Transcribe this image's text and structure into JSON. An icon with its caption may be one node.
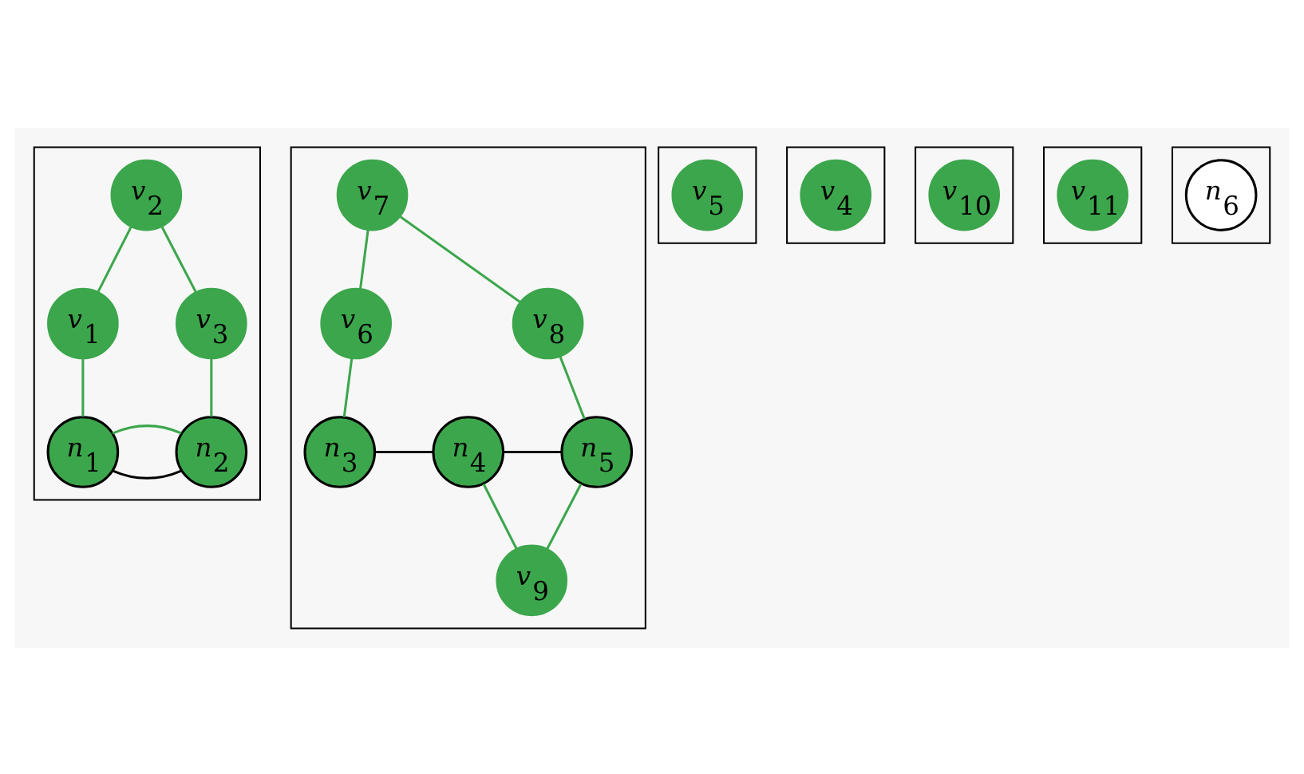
{
  "diagram": {
    "nodes": [
      {
        "text": [],
        "shape": "box"
      },
      {
        "text": [
          "*v*$_{2}$"
        ],
        "in": 0
      },
      {
        "text": [
          "*v*$_{1}$"
        ],
        "in": 0
      },
      {
        "text": [
          "*v*$_{3}$"
        ],
        "in": 0
      },
      {
        "text": [
          "*n*$_{1}$"
        ],
        "in": 0
      },
      {
        "text": [
          "*n*$_{2}$"
        ],
        "in": 0
      },
      {
        "text": [],
        "shape": "box"
      },
      {
        "text": [
          "*v*$_{7}$"
        ],
        "in": 6
      },
      {
        "text": [
          "*v*$_{6}$"
        ],
        "in": 6
      },
      {
        "text": [
          "*v*$_{8}$"
        ],
        "in": 6
      },
      {
        "text": [
          "*n*$_{3}$"
        ],
        "in": 6
      },
      {
        "text": [
          "*n*$_{4}$"
        ],
        "in": 6
      },
      {
        "text": [
          "*n*$_{5}$"
        ],
        "in": 6
      },
      {
        "text": [
          "*v*$_{9}$"
        ],
        "in": 6
      },
      {
        "text": [],
        "shape": "box"
      },
      {
        "text": [
          "*v*$_{5}$"
        ],
        "in": 14
      },
      {
        "text": [],
        "shape": "box"
      },
      {
        "text": [
          "*v*$_{4}$"
        ],
        "in": 16
      },
      {
        "text": [],
        "shape": "box"
      },
      {
        "text": [
          "*v*$_{10}$"
        ],
        "in": 18
      },
      {
        "text": [],
        "shape": "box"
      },
      {
        "text": [
          "*v*$_{11}$"
        ],
        "in": 20
      },
      {
        "text": [],
        "shape": "box"
      },
      {
        "text": [
          "*n*$_{6}$"
        ],
        "in": 22
      }
    ],
    "edges": [
      {
        "from": 1,
        "to": 2,
        "arrow": "none"
      },
      {
        "from": 1,
        "to": 3,
        "arrow": "none"
      },
      {
        "from": 2,
        "to": 4,
        "arrow": "none"
      },
      {
        "from": 3,
        "to": 5,
        "arrow": "none"
      },
      {
        "from": 4,
        "to": 5,
        "arrow": "none",
        "color": "#000000"
      },
      {
        "from": 4,
        "to": 5,
        "arrow": "none"
      },
      {
        "from": 7,
        "to": 8,
        "arrow": "none"
      },
      {
        "from": 7,
        "to": 9,
        "arrow": "none"
      },
      {
        "from": 8,
        "to": 10,
        "arrow": "none"
      },
      {
        "from": 9,
        "to": 12,
        "arrow": "none"
      },
      {
        "from": 10,
        "to": 11,
        "arrow": "none",
        "color": "#000000"
      },
      {
        "from": 11,
        "to": 12,
        "arrow": "none",
        "color": "#000000"
      },
      {
        "from": 11,
        "to": 13,
        "arrow": "none"
      },
      {
        "from": 13,
        "to": 12,
        "arrow": "none"
      }
    ]
  }
}
